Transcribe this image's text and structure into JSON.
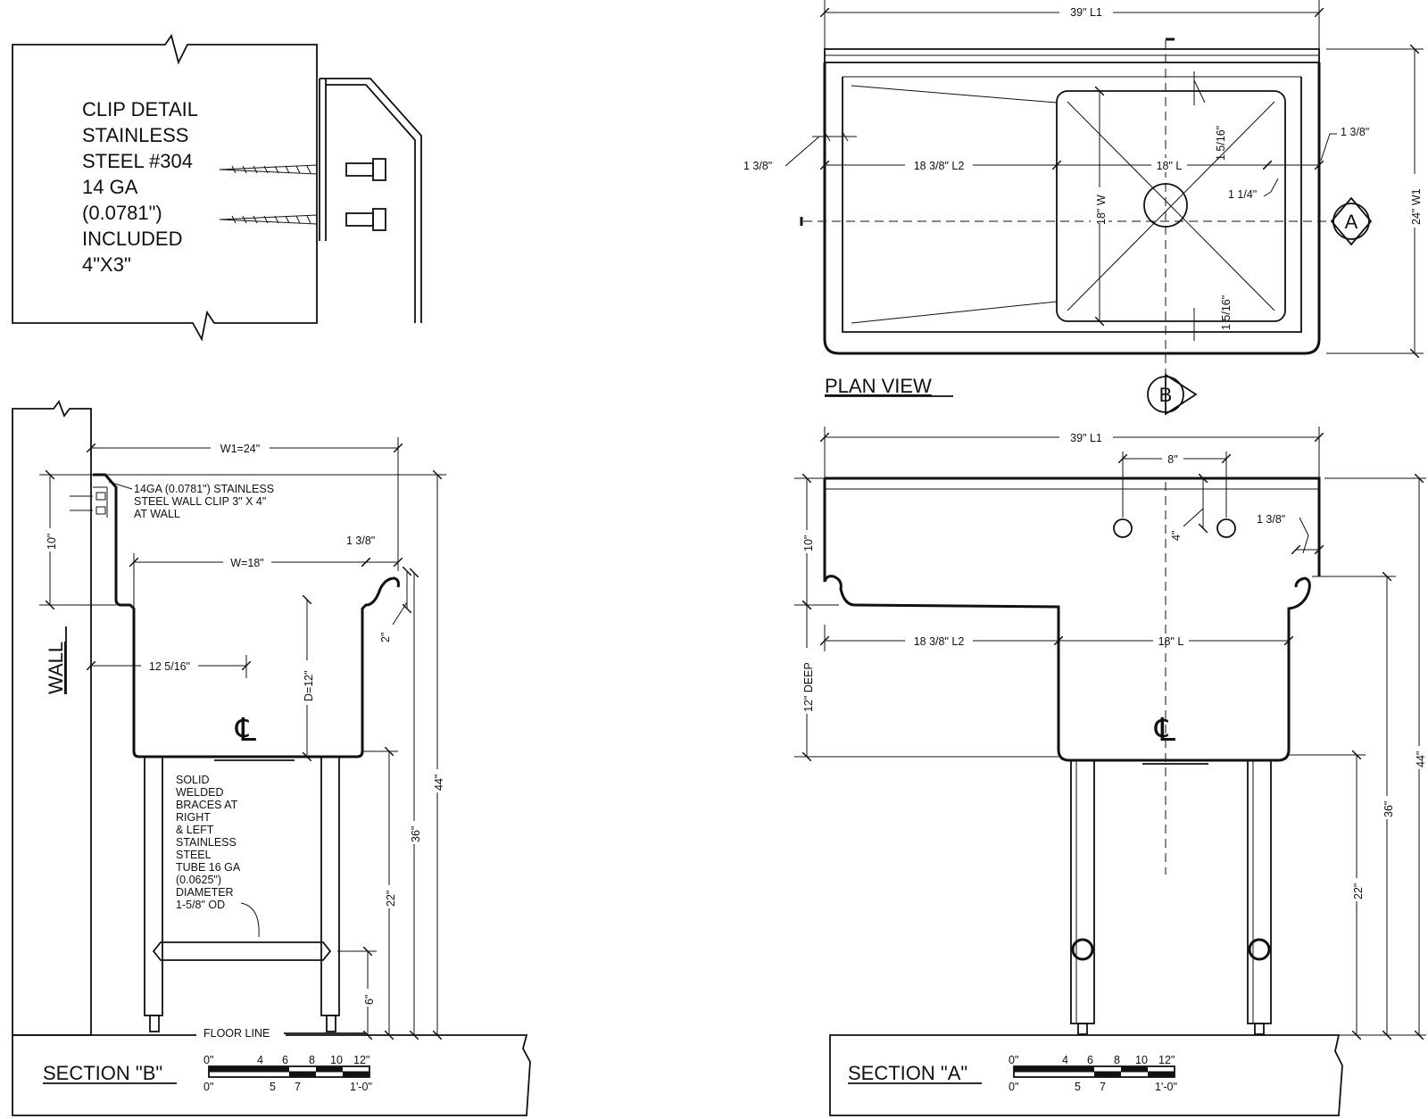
{
  "clip_detail": {
    "lines": [
      "CLIP DETAIL",
      "STAINLESS",
      "STEEL #304",
      "14 GA",
      "(0.0781\")",
      "INCLUDED",
      "4\"X3\""
    ]
  },
  "plan_view": {
    "title": "PLAN VIEW",
    "section_a_marker": "A",
    "section_b_marker": "B",
    "dims": {
      "overall_length": "39\" L1",
      "overall_width": "24\" W1",
      "drainboard_length": "18 3/8\" L2",
      "bowl_length": "18\" L",
      "bowl_width": "18\" W",
      "left_rim": "1 3/8\"",
      "right_rim": "1 3/8\"",
      "right_gap": "1 1/4\"",
      "top_gap": "1 5/16\"",
      "bottom_gap": "1 5/16\""
    }
  },
  "section_b": {
    "title": "SECTION \"B\"",
    "wall_label": "WALL",
    "floor_label": "FLOOR LINE",
    "clip_note": [
      "14GA (0.0781\") STAINLESS",
      "STEEL WALL CLIP 3\" X 4\"",
      "AT WALL"
    ],
    "brace_note": [
      "SOLID",
      "WELDED",
      "BRACES AT",
      "RIGHT",
      "& LEFT",
      "STAINLESS",
      "STEEL",
      "TUBE 16 GA",
      "(0.0625\")",
      "DIAMETER",
      "1-5/8\" OD"
    ],
    "centerline": "℄",
    "dims": {
      "overall_width": "W1=24\"",
      "bowl_width": "W=18\"",
      "rim": "1 3/8\"",
      "backsplash": "10\"",
      "roll": "2\"",
      "center_offset": "12 5/16\"",
      "depth": "D=12\"",
      "overall_height": "44\"",
      "rim_height": "36\"",
      "bottom_height": "22\"",
      "brace_height": "6\""
    }
  },
  "section_a": {
    "title": "SECTION \"A\"",
    "centerline": "℄",
    "dims": {
      "overall_length": "39\" L1",
      "faucet_spacing": "8\"",
      "faucet_height": "4\"",
      "rim": "1 3/8\"",
      "backsplash": "10\"",
      "depth": "12\" DEEP",
      "drainboard_length": "18 3/8\" L2",
      "bowl_length": "18\" L",
      "overall_height": "44\"",
      "rim_height": "36\"",
      "bottom_height": "22\""
    }
  },
  "scale_bar": {
    "top": [
      "0\"",
      "4",
      "6",
      "8",
      "10",
      "12\""
    ],
    "bottom": [
      "0\"",
      "5",
      "7",
      "1'-0\""
    ]
  }
}
